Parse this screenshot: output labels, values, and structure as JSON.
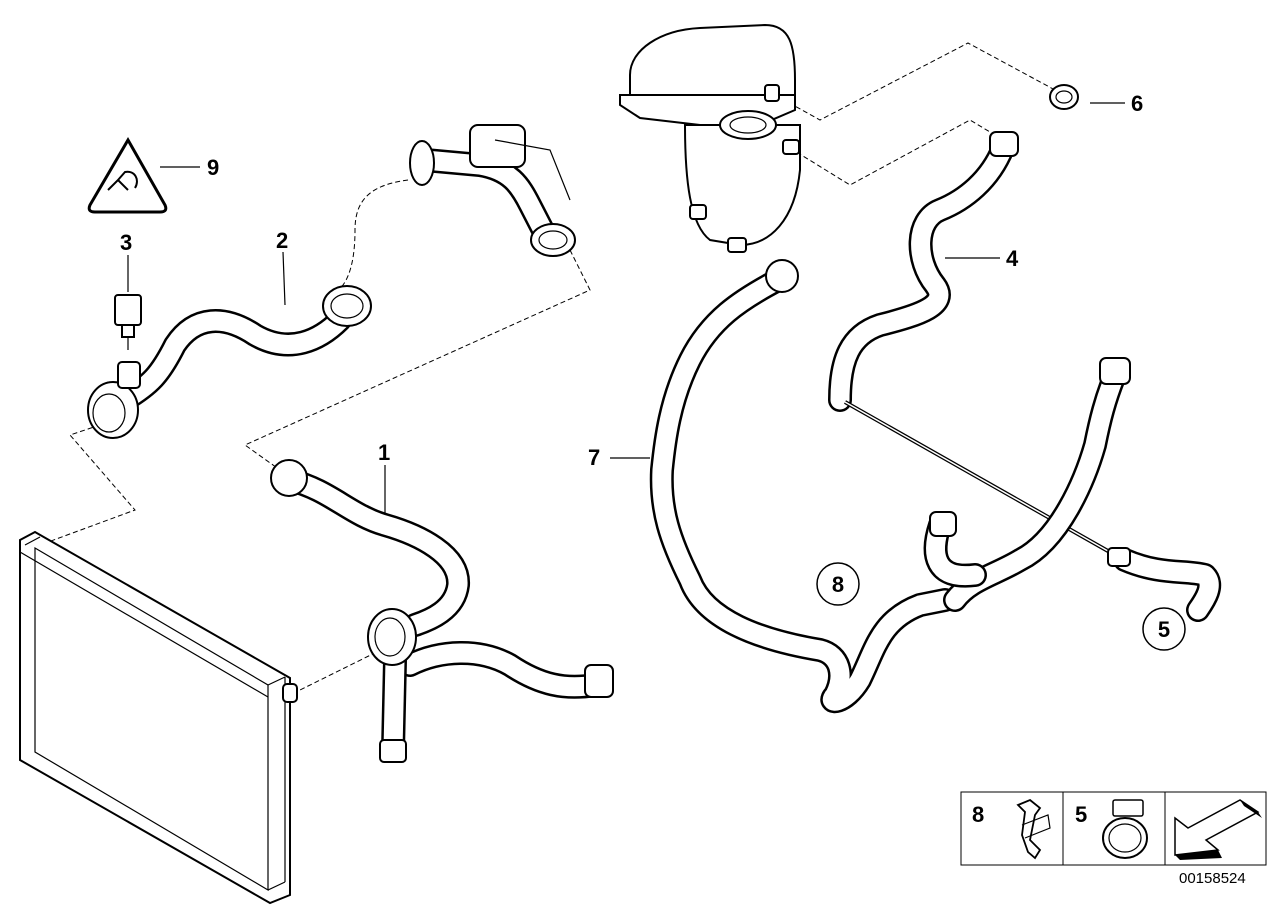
{
  "callouts": {
    "c1": "1",
    "c2": "2",
    "c3": "3",
    "c4": "4",
    "c5": "5",
    "c6": "6",
    "c7": "7",
    "c8": "8",
    "c9": "9"
  },
  "legend": {
    "item_a": "8",
    "item_b": "5"
  },
  "doc_number": "00158524"
}
